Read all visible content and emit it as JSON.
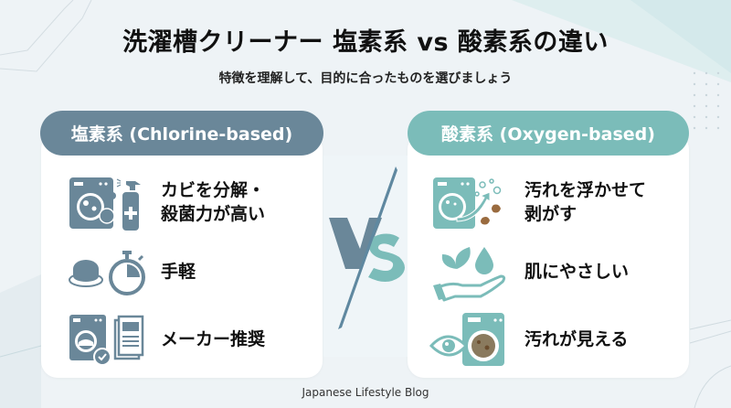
{
  "header": {
    "title": "洗濯槽クリーナー 塩素系 vs 酸素系の違い",
    "subtitle": "特徴を理解して、目的に合ったものを選びましょう"
  },
  "colors": {
    "chlorine": "#6a8799",
    "oxygen": "#7bbcb9",
    "dirt": "#9a6b3f"
  },
  "left": {
    "label": "塩素系 (Chlorine-based)",
    "items": [
      {
        "icon": "washer-mold-spray-icon",
        "text_1": "カビを分解・",
        "text_2": "殺菌力が高い"
      },
      {
        "icon": "tablet-timer-icon",
        "text_1": "手軽"
      },
      {
        "icon": "washer-check-manual-icon",
        "text_1": "メーカー推奨"
      }
    ]
  },
  "right": {
    "label": "酸素系 (Oxygen-based)",
    "items": [
      {
        "icon": "washer-bubbles-icon",
        "text_1": "汚れを浮かせて",
        "text_2": "剥がす"
      },
      {
        "icon": "hand-leaf-drop-icon",
        "text_1": "肌にやさしい"
      },
      {
        "icon": "eye-washer-dirt-icon",
        "text_1": "汚れが見える"
      }
    ]
  },
  "vs": {
    "left_letter": "V",
    "right_letter": "S"
  },
  "footer": {
    "text": "Japanese Lifestyle Blog"
  }
}
